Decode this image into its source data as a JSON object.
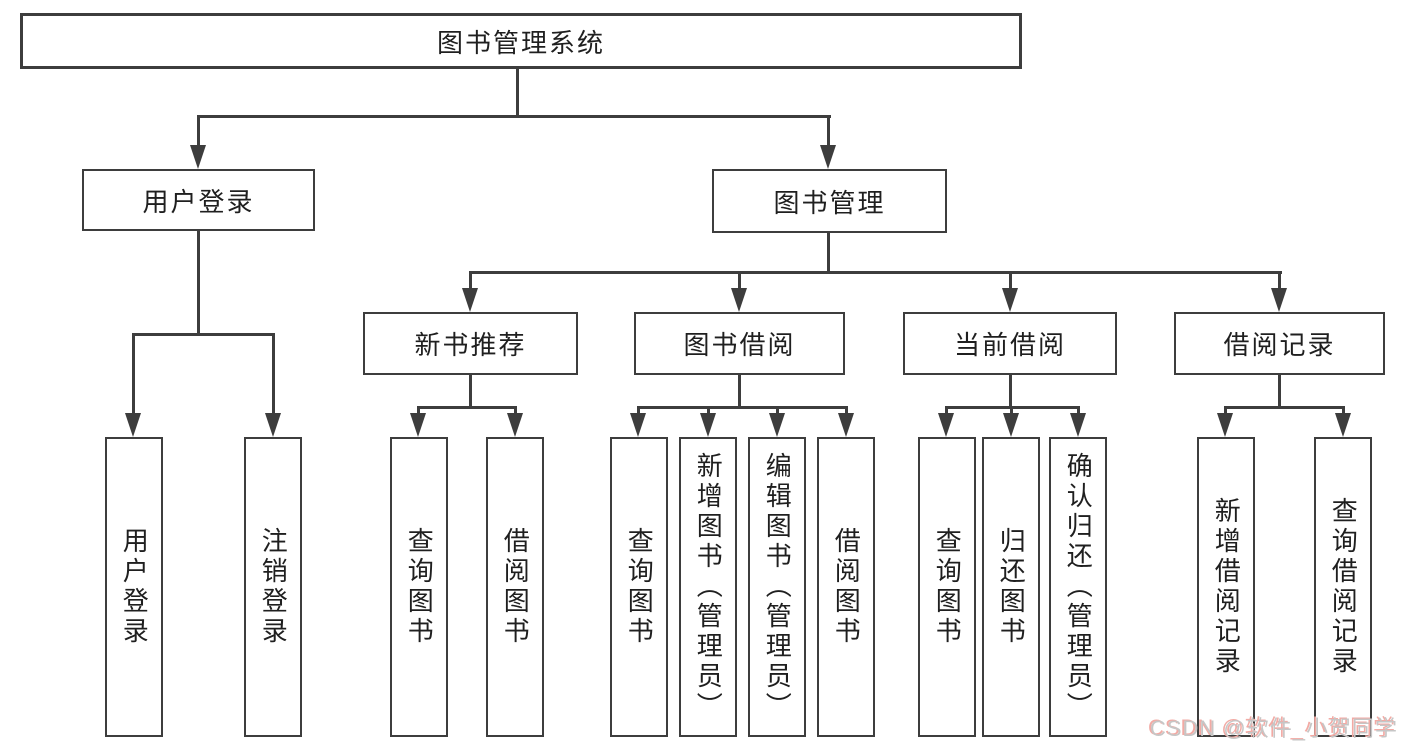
{
  "diagram": {
    "root": {
      "label": "图书管理系统"
    },
    "level2": [
      {
        "label": "用户登录"
      },
      {
        "label": "图书管理"
      }
    ],
    "level3": [
      {
        "label": "新书推荐"
      },
      {
        "label": "图书借阅"
      },
      {
        "label": "当前借阅"
      },
      {
        "label": "借阅记录"
      }
    ],
    "leaves": {
      "user_login": [
        "用户登录",
        "注销登录"
      ],
      "new_book_recommend": [
        "查询图书",
        "借阅图书"
      ],
      "book_borrowing": [
        "查询图书",
        "新增图书（管理员）",
        "编辑图书（管理员）",
        "借阅图书"
      ],
      "current_borrowing": [
        "查询图书",
        "归还图书",
        "确认归还（管理员）"
      ],
      "borrowing_records": [
        "新增借阅记录",
        "查询借阅记录"
      ]
    }
  },
  "watermark": {
    "text": "CSDN @软件_小贺同学"
  },
  "colors": {
    "line": "#3d3d3d",
    "box_border": "#3d3d3d",
    "text": "#1f1f1f",
    "background": "#ffffff",
    "watermark_text": "#c6c6c6",
    "watermark_shadow": "#f2aaa4"
  }
}
